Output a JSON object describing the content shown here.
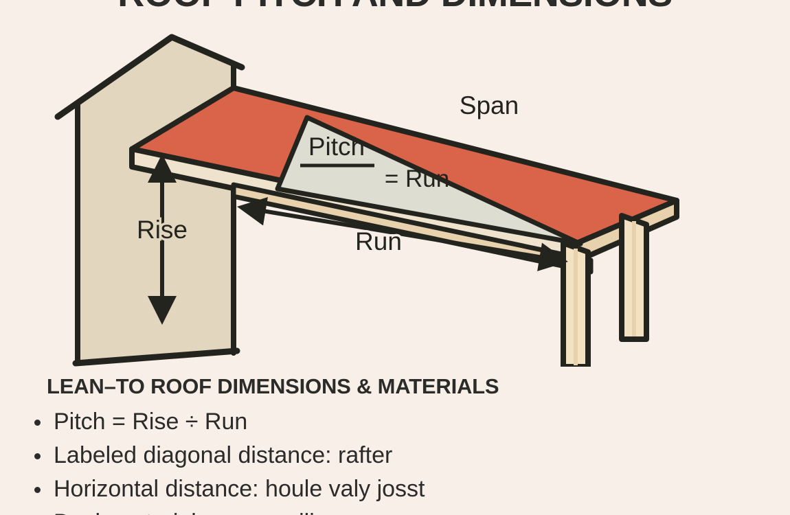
{
  "poster": {
    "title": "ROOF PITCH AND DIMENSIONS",
    "background_color": "#F7EFE8",
    "ink_color": "#24241F"
  },
  "diagram": {
    "name": "lean-to-roof-isometric-diagram",
    "colors": {
      "roof_surface": "#D9644A",
      "wall_face": "#E3D6BE",
      "gable_triangle": "#DDDDD2",
      "timber_edge": "#E8D2AE",
      "outline": "#24241F"
    },
    "labels": {
      "span": "Span",
      "pitch_numerator": "Pitch",
      "pitch_denominator": "= Run",
      "rise": "Rise",
      "run": "Run"
    }
  },
  "facts": {
    "heading": "LEAN–TO ROOF DIMENSIONS & MATERIALS",
    "items": [
      "Pitch = Rise ÷ Run",
      "Labeled diagonal distance: rafter",
      "Horizontal distance: houle valy josst",
      "Deck material: cross-nailing"
    ]
  }
}
